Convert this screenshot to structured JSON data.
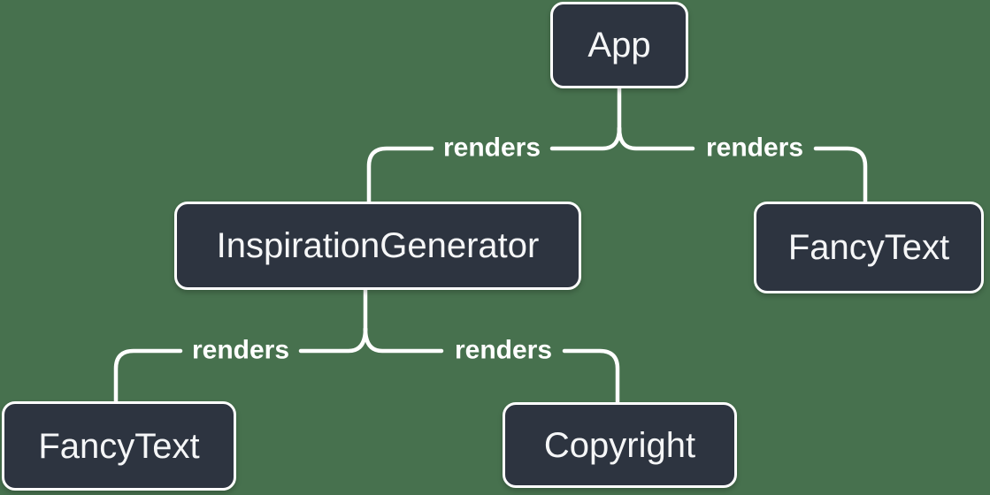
{
  "colors": {
    "background": "#47714E",
    "node_fill": "#2D3440",
    "node_border": "#FFFFFF",
    "node_text": "#F5F6F7",
    "edge": "#FFFFFF",
    "edge_label": "#FFFFFF"
  },
  "nodes": [
    {
      "id": "app",
      "label": "App"
    },
    {
      "id": "inspiration-generator",
      "label": "InspirationGenerator"
    },
    {
      "id": "fancy-text-top",
      "label": "FancyText"
    },
    {
      "id": "fancy-text-bottom",
      "label": "FancyText"
    },
    {
      "id": "copyright",
      "label": "Copyright"
    }
  ],
  "edges": [
    {
      "from": "App",
      "to": "InspirationGenerator",
      "label": "renders"
    },
    {
      "from": "App",
      "to": "FancyText",
      "label": "renders"
    },
    {
      "from": "InspirationGenerator",
      "to": "FancyText",
      "label": "renders"
    },
    {
      "from": "InspirationGenerator",
      "to": "Copyright",
      "label": "renders"
    }
  ]
}
